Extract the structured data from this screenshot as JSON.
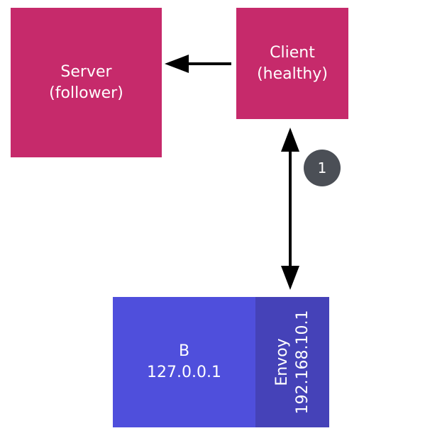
{
  "server": {
    "line1": "Server",
    "line2": "(follower)"
  },
  "client": {
    "line1": "Client",
    "line2": "(healthy)"
  },
  "node_b": {
    "name": "B",
    "ip": "127.0.0.1"
  },
  "envoy": {
    "name": "Envoy",
    "ip": "192.168.10.1"
  },
  "badge": {
    "label": "1"
  },
  "colors": {
    "server_fill": "#c62a6b",
    "client_fill": "#c62a6b",
    "node_fill": "#4f4fdc",
    "envoy_fill": "#4542b8",
    "badge_fill": "#4b4f56",
    "arrow": "#000000"
  }
}
